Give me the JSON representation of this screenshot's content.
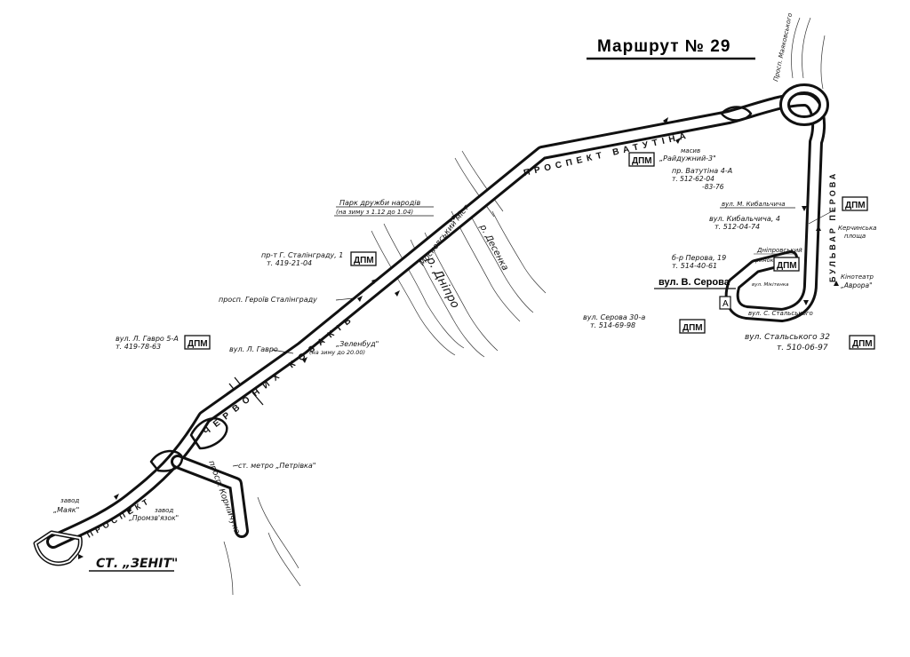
{
  "title": "Маршрут № 29",
  "streets": {
    "vatutina": "ПРОСПЕКТ ВАТУТІНА",
    "perova": "БУЛЬВАР ПЕРОВА",
    "kozakiv": "ЧЕРВОНИХ КОЗАКІВ",
    "korniychuka": "просп. Корнійчука",
    "prospekt": "ПРОСПЕКТ",
    "moskovskyi_mist": "Московський міст",
    "desenka": "р. Десенка",
    "dnipro": "р. Дніпро",
    "mayakovskoho": "Просп. Маяковського"
  },
  "stops": {
    "park": "Парк дружби народів",
    "park_note": "(на зиму з 1.12 до 1.04)",
    "heroiv": "просп. Героїв Сталінграду",
    "havro": "вул. Л. Гавро",
    "zelenbud": "„Зеленбуд\"",
    "zelenbud_note": "(на зиму до 20.00)",
    "petrivka": "ст. метро „Петрівка\"",
    "mayak_1": "завод",
    "mayak_2": "„Маяк\"",
    "promzv_1": "завод",
    "promzv_2": "„Промзв'язок\"",
    "zenit": "СТ. „ЗЕНІТ\"",
    "masyv_1": "масив",
    "masyv_2": "„Райдужний-3\"",
    "kibalchycha": "вул. М. Кибальчича",
    "kerch_1": "Керчинська",
    "kerch_2": "площа",
    "dniprov_1": "Дніпровський",
    "dniprov_2": "ринок",
    "kinoteatr_1": "Кінотеатр",
    "kinoteatr_2": "„Аврора\"",
    "serova": "вул. В. Серова",
    "stalskoho": "вул. С. Стальського",
    "mikitenka": "вул. Мікітенка",
    "a_marker": "А"
  },
  "depots": {
    "label": "ДПМ",
    "stalingrad_addr1": "пр-т Г. Сталінграду, 1",
    "stalingrad_addr2": "т. 419-21-04",
    "havro_addr1": "вул. Л. Гавро 5-А",
    "havro_addr2": "т. 419-78-63",
    "vatutina_addr1": "пр. Ватутіна 4-А",
    "vatutina_addr2": "т. 512-62-04",
    "vatutina_addr3": "-83-76",
    "kibalchycha_addr1": "вул. Кибальчича, 4",
    "kibalchycha_addr2": "т. 512-04-74",
    "perova_addr1": "б-р Перова, 19",
    "perova_addr2": "т. 514-40-61",
    "serova_addr1": "вул. Серова 30-а",
    "serova_addr2": "т. 514-69-98",
    "stalskoho_addr1": "вул. Стальського 32",
    "stalskoho_addr2": "т. 510-06-97"
  }
}
